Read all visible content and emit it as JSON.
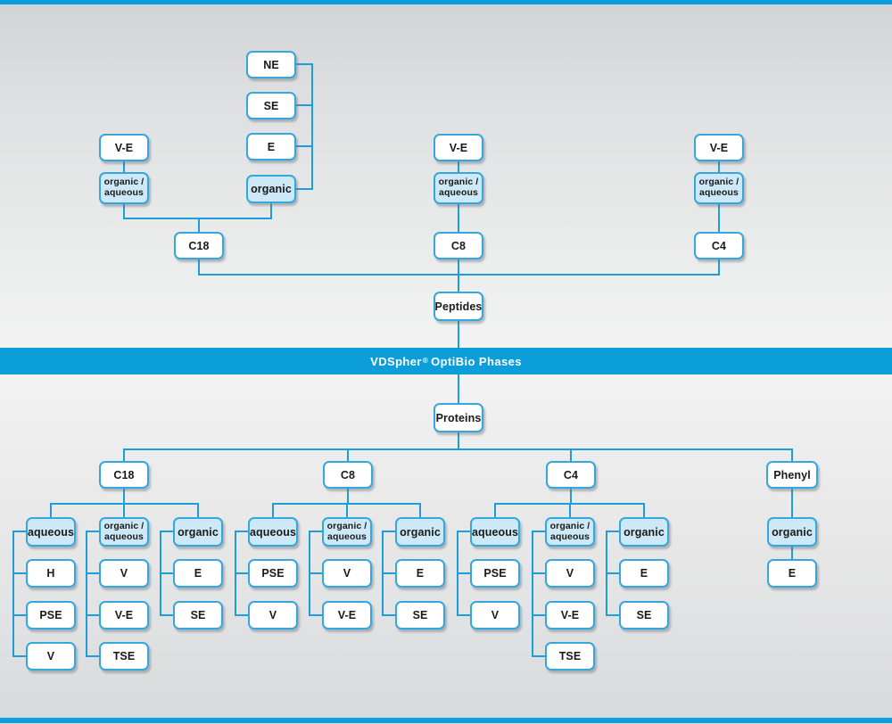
{
  "banner": {
    "brand": "VDSpher",
    "registered": "®",
    "rest": "OptiBio Phases"
  },
  "colors": {
    "accent_blue": "#0c9edb",
    "connector_blue": "#1c9ed9",
    "box_border_blue": "#35a7de",
    "shaded_box_fill": "#cde9f8",
    "box_fill": "#ffffff",
    "text_dark": "#1a1a18"
  },
  "peptides": {
    "root": "Peptides",
    "columns": [
      {
        "label": "C18",
        "ve": "V-E",
        "organic_aqueous": "organic /\naqueous",
        "organic": "organic",
        "organic_children": [
          "NE",
          "SE",
          "E"
        ]
      },
      {
        "label": "C8",
        "ve": "V-E",
        "organic_aqueous": "organic /\naqueous"
      },
      {
        "label": "C4",
        "ve": "V-E",
        "organic_aqueous": "organic /\naqueous"
      }
    ]
  },
  "proteins": {
    "root": "Proteins",
    "columns": [
      {
        "label": "C18",
        "modes": [
          {
            "label": "aqueous",
            "children": [
              "H",
              "PSE",
              "V"
            ]
          },
          {
            "label": "organic /\naqueous",
            "children": [
              "V",
              "V-E",
              "TSE"
            ]
          },
          {
            "label": "organic",
            "children": [
              "E",
              "SE"
            ]
          }
        ]
      },
      {
        "label": "C8",
        "modes": [
          {
            "label": "aqueous",
            "children": [
              "PSE",
              "V"
            ]
          },
          {
            "label": "organic /\naqueous",
            "children": [
              "V",
              "V-E"
            ]
          },
          {
            "label": "organic",
            "children": [
              "E",
              "SE"
            ]
          }
        ]
      },
      {
        "label": "C4",
        "modes": [
          {
            "label": "aqueous",
            "children": [
              "PSE",
              "V"
            ]
          },
          {
            "label": "organic /\naqueous",
            "children": [
              "V",
              "V-E",
              "TSE"
            ]
          },
          {
            "label": "organic",
            "children": [
              "E",
              "SE"
            ]
          }
        ]
      },
      {
        "label": "Phenyl",
        "modes": [
          {
            "label": "organic",
            "children": [
              "E"
            ]
          }
        ]
      }
    ]
  }
}
